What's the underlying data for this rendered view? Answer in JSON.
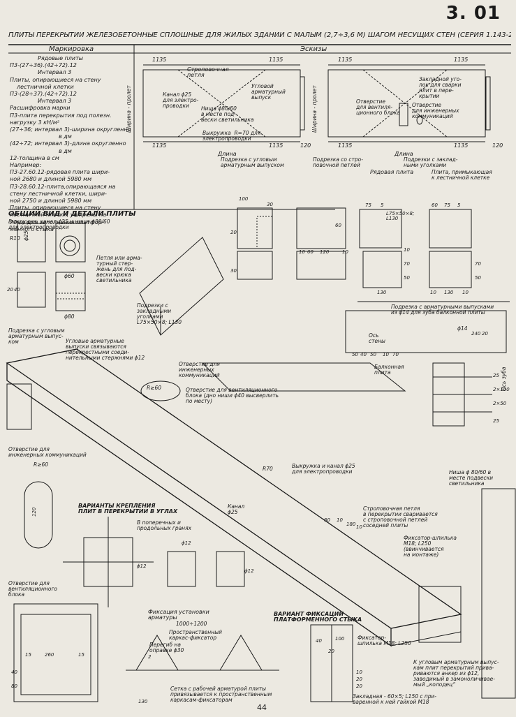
{
  "sheet": {
    "number": "3. 01",
    "title": "ПЛИТЫ ПЕРЕКРЫТИЙ ЖЕЛЕЗОБЕТОННЫЕ СПЛОШНЫЕ ДЛЯ ЖИЛЫХ ЗДАНИЙ С МАЛЫМ (2,7÷3,6 М) ШАГОМ НЕСУЩИХ СТЕН (СЕРИЯ 1.143-2)",
    "page_number": "44"
  },
  "headers": {
    "marking": "Маркировка",
    "sketches": "Эскизы"
  },
  "marking_text": [
    "Рядовые плиты",
    "П3-(27÷36).(42÷72).12",
    "Интервал 3",
    "Плиты, опирающиеся на стену",
    "лестничной клетки",
    "П3-(28÷37).(42÷72).12",
    "Интервал 3",
    "Расшифровка марки",
    "П3-плита перекрытия под полезн.",
    "нагрузку 3 кН/м²",
    "(27÷36; интервал 3)-ширина округленно",
    "в дм",
    "(42÷72; интервал 3)-длина округленно",
    "в дм",
    "12-толщина в см",
    "Например:",
    "П3-27.60.12-рядовая плита шири-",
    "ной  2680 и длиной 5980 мм",
    "П3-28.60.12-плита,опирающаяся на",
    "стену лестничной клетки, шири-",
    "ной 2750 и длиной 5980 мм",
    "Плиты, опирающиеся на стену",
    "лестничной клетки, уширены на",
    "70мм для заполнения платфор-",
    "менного стыка"
  ],
  "sketch_labels": {
    "dims_top_left": [
      "1135",
      "1135"
    ],
    "dims_bottom_left": [
      "1135",
      "1135"
    ],
    "dims_top_right": [
      "1135",
      "1135"
    ],
    "dims_bottom_right": [
      "1135",
      "1135"
    ],
    "dim_120_left": "120",
    "dim_120_right": "120",
    "lifting_loop": "Строповочная\nпетля",
    "channel_25": "Канал ϕ25\nдля электро-\nпроводки",
    "corner_outlet": "Угловой\nарматурный\nвыпуск",
    "niche": "Ниша ϕ80/60\nв месте под-\nвески светильника",
    "cutout_r70": "Выкружка  R=70 для\nэлектропроводки",
    "width_span_left": "Ширина - пролет",
    "width_span_right": "Ширина - пролет",
    "length_left": "Длина",
    "length_right": "Длина",
    "embedded_corner": "Закладной уго-\nлок для сварки\nплит в пере-\nкрытии",
    "vent_hole": "Отверстие\nдля вентиля-\nционного блока",
    "eng_hole": "Отверстие\nдля инженерных\nкоммуникаций",
    "cut_corner_outlet": "Подрезка с угловым\nарматурным выпуском",
    "cut_lifting_loop": "Подрезка со стро-\nповочной петлей",
    "cut_embedded": "Подрезки с заклад-\nными уголками",
    "ordinary_plate": "Рядовая плита",
    "stair_plate": "Плита, примыкающая\nк лестничной клетке"
  },
  "detail_labels": {
    "general_view": "ОБЩИЙ ВИД И ДЕТАЛИ ПЛИТЫ",
    "general_sub": "Выкружка, канал ϕ25 и ниша ϕ80/60\nдля электропроводки",
    "r10": "R10",
    "d25": "ϕ25",
    "d60": "ϕ60",
    "d80": "ϕ80",
    "loop_note": "Петля или арма-\nтурный стер-\nжень для под-\nвески крюка\nсветильника",
    "cut_embedded2": "Подрезки с\nзакладными\nуголками\nL75×50×8; L130",
    "cut_corner2": "Подрезка с угловым\nарматурным выпус-\nком",
    "corner_bars": "Угловые арматурные\nвыпуски связываются\nперекрестными соеди-\nнительными стержнями ϕ12",
    "eng_hole2": "Отверстие для\nинженерных\nкоммуникаций",
    "r60": "R≥60",
    "vent_hole2": "Отверстие для вентиляционного\nблока (дно ниши ϕ40 высверлить\nпо месту)",
    "eng_hole3": "Отверстие для\nинженерных коммуникаций",
    "cutout_channel": "Выкружка и канал ϕ25\nдля электропроводки",
    "r70": "R70",
    "channel2": "Канал\nϕ25",
    "niche2": "Ниша ϕ 80/60 в\nместе подвески\nсветильника",
    "fix_variants": "ВАРИАНТЫ КРЕПЛЕНИЯ\nПЛИТ В ПЕРЕКРЫТИИ В УГЛАХ",
    "cross_edges": "В поперечных и\nпродольных гранях",
    "d12a": "ϕ12",
    "d12b": "ϕ12",
    "d12c": "ϕ12",
    "lifting_note": "Строповочная петля\nв перекрытии сваривается\nс строповочной петлей\nсоседней плиты",
    "fixator_pin": "Фиксатор-шпилька\nМ18; L250\n(ввинчивается\nна монтаже)",
    "vent_block_hole": "Отверстие для\nвентиляционного\nблока",
    "rebar_fix": "Фиксация установки\nарматуры",
    "dim_1000": "1000÷1200",
    "spatial_frame": "Пространственный\nкаркас-фиксатор",
    "bend": "Перегиб на\nоправке ϕ30",
    "mesh_note": "Сетка с рабочей арматурой плиты\nпривязывается к пространственным\nкаркасам-фиксаторам",
    "platform_variant": "ВАРИАНТ ФИКСАЦИИ\nПЛАТФОРМЕННОГО СТЫКА",
    "fixator2": "Фиксатор-\nшпилька М18; L250",
    "corner_outlet_note": "К угловым арматурным выпус-\nкам плит перекрытий прива-\nриваются анкер из ϕ12,\nзаводимый в замоноличивае-\nмый „колодец“",
    "embedded_plate": "Закладная - 60×5; L150 с при-\nваренной к ней гайкой М18",
    "cut_outlets": "Подрезка с арматурными выпусками\nиз ϕ14 для зуба балконной плиты",
    "wall_axis": "Ось\nстены",
    "balcony": "Балконная\nплита",
    "tooth_axis": "Ось зуба",
    "d14": "ϕ14",
    "dims_profile": [
      "100",
      "30",
      "20",
      "30",
      "60",
      "10",
      "60",
      "120",
      "10",
      "75",
      "5",
      "60",
      "75",
      "5",
      "130",
      "50",
      "70",
      "50",
      "70",
      "10",
      "130",
      "10",
      "10"
    ],
    "embedded_angle": "L75×50×8;\nL130",
    "dims_misc": [
      "15",
      "260",
      "15",
      "40",
      "80",
      "20",
      "40",
      "130",
      "20",
      "40",
      "100",
      "10",
      "20",
      "20",
      "2",
      "60",
      "10",
      "180",
      "10",
      "120",
      "50",
      "40",
      "25",
      "2×100",
      "2×50",
      "25",
      "50",
      "10",
      "70",
      "240",
      "20"
    ]
  }
}
